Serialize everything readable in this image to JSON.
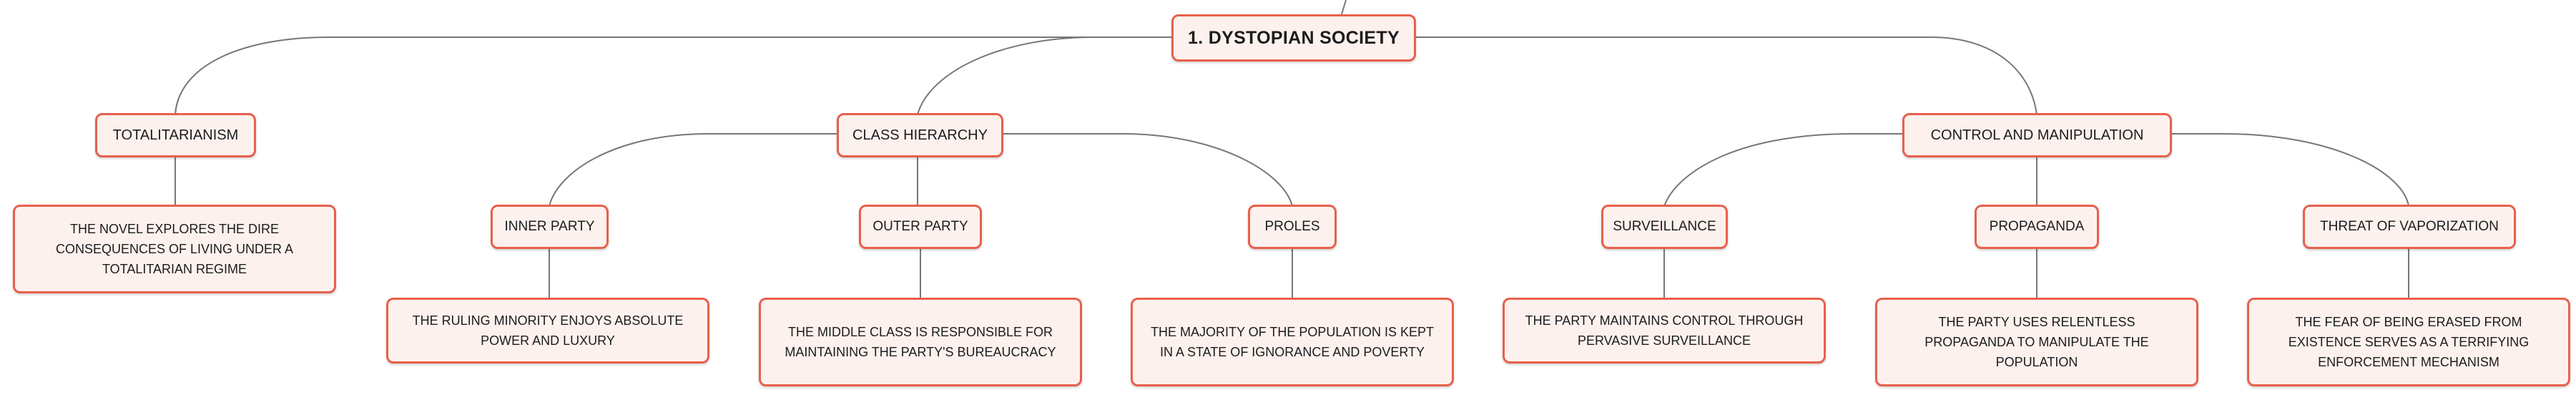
{
  "mindmap": {
    "root": {
      "label": "1. DYSTOPIAN SOCIETY"
    },
    "topics": {
      "totalitarianism": {
        "label": "TOTALITARIANISM",
        "description": "THE NOVEL EXPLORES THE DIRE CONSEQUENCES OF LIVING UNDER A TOTALITARIAN REGIME"
      },
      "class_hierarchy": {
        "label": "CLASS HIERARCHY",
        "children": {
          "inner_party": {
            "label": "INNER PARTY",
            "description": "THE RULING MINORITY ENJOYS ABSOLUTE POWER AND LUXURY"
          },
          "outer_party": {
            "label": "OUTER PARTY",
            "description": "THE MIDDLE CLASS IS RESPONSIBLE FOR MAINTAINING THE PARTY'S BUREAUCRACY"
          },
          "proles": {
            "label": "PROLES",
            "description": "THE MAJORITY OF THE POPULATION IS KEPT IN A STATE OF IGNORANCE AND POVERTY"
          }
        }
      },
      "control_manipulation": {
        "label": "CONTROL AND MANIPULATION",
        "children": {
          "surveillance": {
            "label": "SURVEILLANCE",
            "description": "THE PARTY MAINTAINS CONTROL THROUGH PERVASIVE SURVEILLANCE"
          },
          "propaganda": {
            "label": "PROPAGANDA",
            "description": "THE PARTY USES RELENTLESS PROPAGANDA TO MANIPULATE THE POPULATION"
          },
          "vaporization": {
            "label": "THREAT OF VAPORIZATION",
            "description": "THE FEAR OF BEING ERASED FROM EXISTENCE SERVES AS A TERRIFYING ENFORCEMENT MECHANISM"
          }
        }
      }
    },
    "colors": {
      "node_border": "#e8604c",
      "node_fill": "#fdf1ee",
      "connector": "#777777"
    }
  }
}
